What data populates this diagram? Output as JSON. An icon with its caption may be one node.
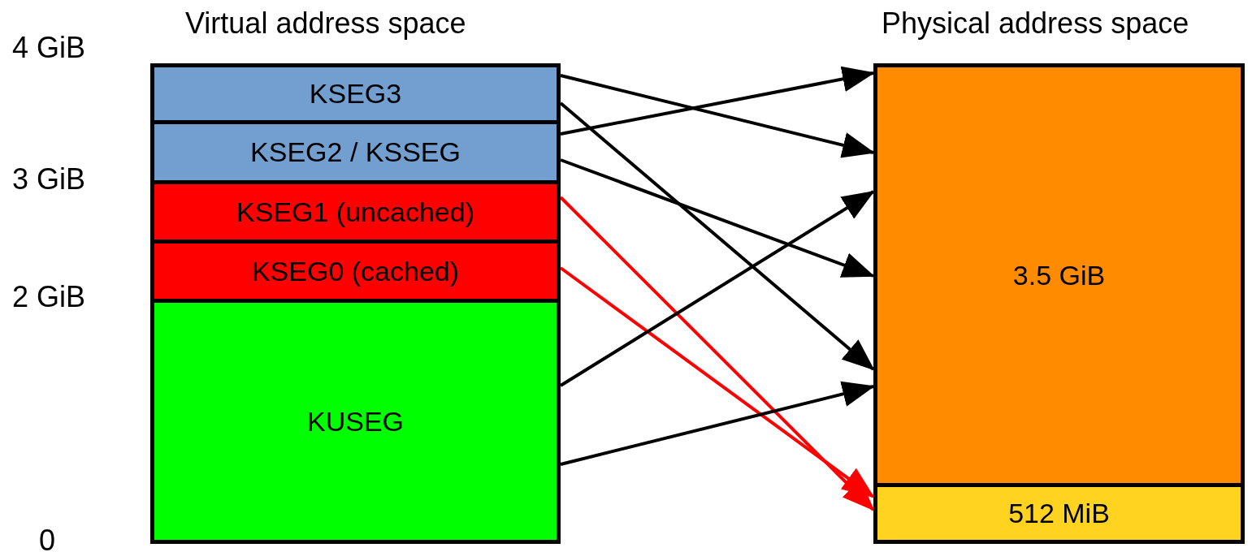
{
  "diagram": {
    "nodes": [
      {
        "text": [
          "KSEG3"
        ]
      },
      {
        "text": [
          "KSEG2 / KSSEG"
        ]
      },
      {
        "text": [
          "KSEG1 (uncached)"
        ]
      },
      {
        "text": [
          "KSEG0 (cached)"
        ]
      },
      {
        "text": [
          "KUSEG"
        ]
      },
      {
        "text": [
          "3.5 GiB"
        ]
      },
      {
        "text": [
          "512 MiB"
        ]
      }
    ],
    "edges": [
      {
        "from": 0,
        "to": 5,
        "arrow": "to"
      },
      {
        "from": 0,
        "to": 5,
        "arrow": "to"
      },
      {
        "from": 1,
        "to": 5,
        "arrow": "to"
      },
      {
        "from": 1,
        "to": 5,
        "arrow": "to"
      },
      {
        "from": 2,
        "to": 6,
        "arrow": "to",
        "color": "#ff0000"
      },
      {
        "from": 3,
        "to": 6,
        "arrow": "to",
        "color": "#ff0000"
      },
      {
        "from": 4,
        "to": 5,
        "arrow": "to"
      },
      {
        "from": 4,
        "to": 5,
        "arrow": "to"
      }
    ],
    "labels": [
      "Virtual address space",
      "Physical address space",
      "4 GiB",
      "3 GiB",
      "2 GiB",
      "0"
    ]
  }
}
